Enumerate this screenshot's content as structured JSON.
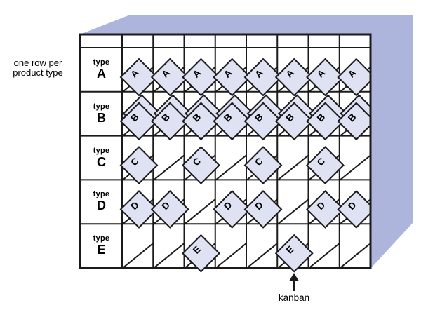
{
  "colors": {
    "background": "#ffffff",
    "box_face": "#adb5dc",
    "card_fill": "#dee2f2",
    "line": "#1b1b1b",
    "text": "#000000"
  },
  "annotation": {
    "line1": "one row per",
    "line2": "product type"
  },
  "board": {
    "columns": 8,
    "rows": [
      {
        "prefix": "type",
        "letter": "A",
        "stacked": false,
        "cards": [
          1,
          1,
          1,
          1,
          1,
          1,
          1,
          1
        ]
      },
      {
        "prefix": "type",
        "letter": "B",
        "stacked": true,
        "cards": [
          1,
          1,
          1,
          1,
          1,
          1,
          1,
          1
        ]
      },
      {
        "prefix": "type",
        "letter": "C",
        "stacked": false,
        "cards": [
          1,
          0,
          1,
          0,
          1,
          0,
          1,
          0
        ]
      },
      {
        "prefix": "type",
        "letter": "D",
        "stacked": false,
        "cards": [
          1,
          1,
          0,
          1,
          1,
          0,
          1,
          1
        ]
      },
      {
        "prefix": "type",
        "letter": "E",
        "stacked": false,
        "cards": [
          0,
          0,
          1,
          0,
          0,
          1,
          0,
          0
        ]
      }
    ]
  },
  "callout": {
    "label": "kanban",
    "arrow_icon": "up-arrow-icon",
    "points_to": {
      "row": "E",
      "column": 6
    }
  }
}
